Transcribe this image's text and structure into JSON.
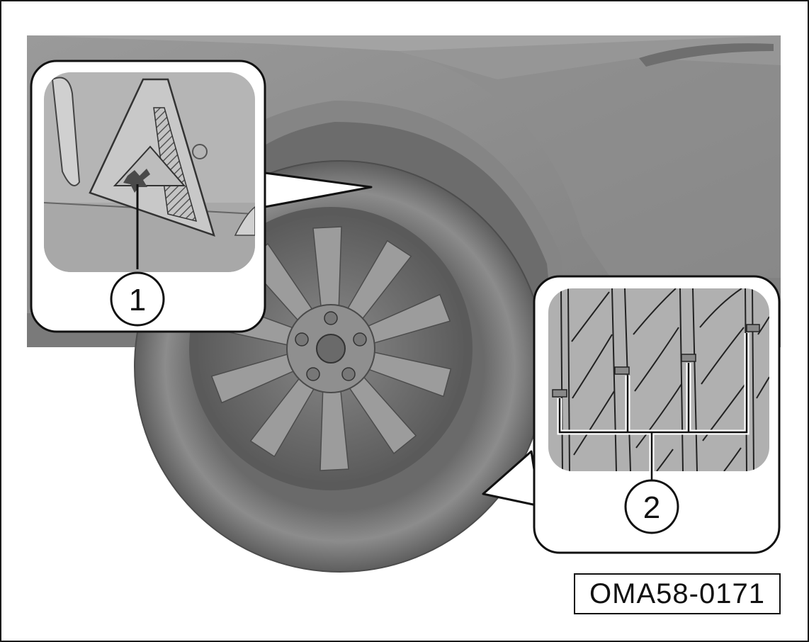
{
  "diagram": {
    "callouts": [
      {
        "number": "1",
        "target": "jack-point-marker"
      },
      {
        "number": "2",
        "target": "tread-wear-indicators"
      }
    ],
    "figure_code": "OMA58-0171"
  },
  "colors": {
    "body": "#8a8a8a",
    "body_dark": "#777777",
    "tire": "#7c7c7c",
    "rim": "#6f6f6f",
    "inset_bg": "#b5b5b5",
    "outline": "#111111"
  }
}
